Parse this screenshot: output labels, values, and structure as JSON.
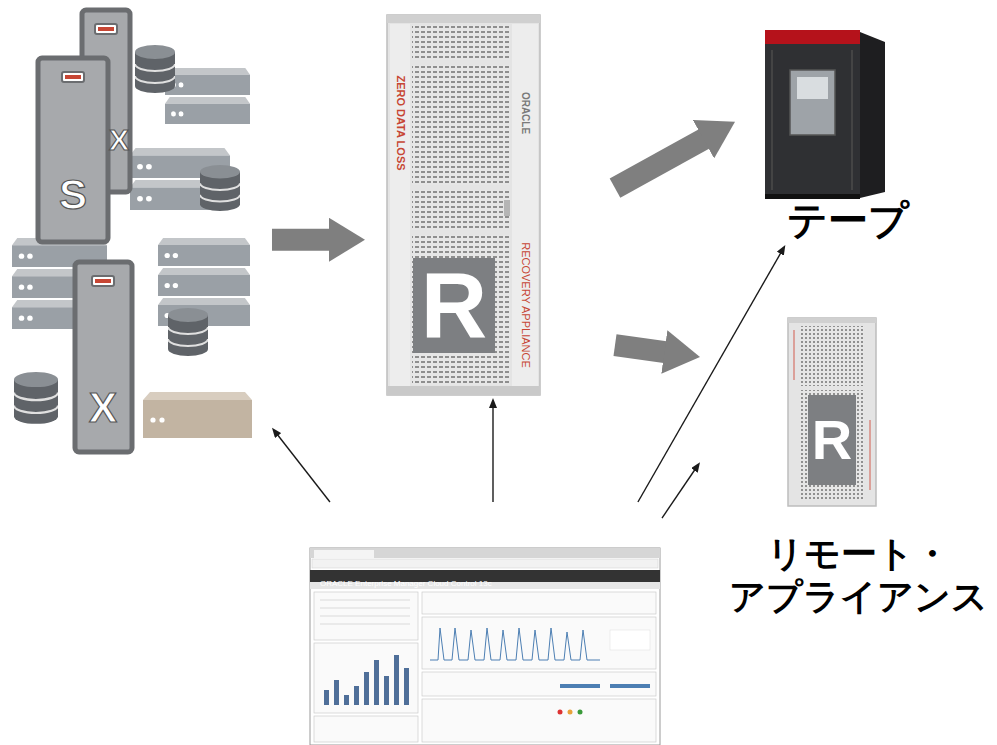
{
  "diagram": {
    "nodes": [
      {
        "text": [
          "X",
          "S",
          "X"
        ]
      },
      {
        "text": [
          "ZERO DATA LOSS",
          "ORACLE",
          "R",
          "RECOVERY APPLIANCE"
        ]
      },
      {
        "text": [
          "テープ"
        ]
      },
      {
        "text": [
          "R",
          "リモート・ アプライアンス"
        ]
      },
      {
        "text": [
          "ORACLE Enterprise Manager Cloud Control 13c"
        ]
      }
    ],
    "edges": [
      {
        "from": 0,
        "to": 1,
        "arrow": "to"
      },
      {
        "from": 1,
        "to": 2,
        "arrow": "to"
      },
      {
        "from": 1,
        "to": 3,
        "arrow": "to"
      },
      {
        "from": 4,
        "to": 0,
        "arrow": "to"
      },
      {
        "from": 4,
        "to": 1,
        "arrow": "to"
      },
      {
        "from": 4,
        "to": 2,
        "arrow": "to"
      },
      {
        "from": 4,
        "to": 3,
        "arrow": "to"
      }
    ]
  }
}
